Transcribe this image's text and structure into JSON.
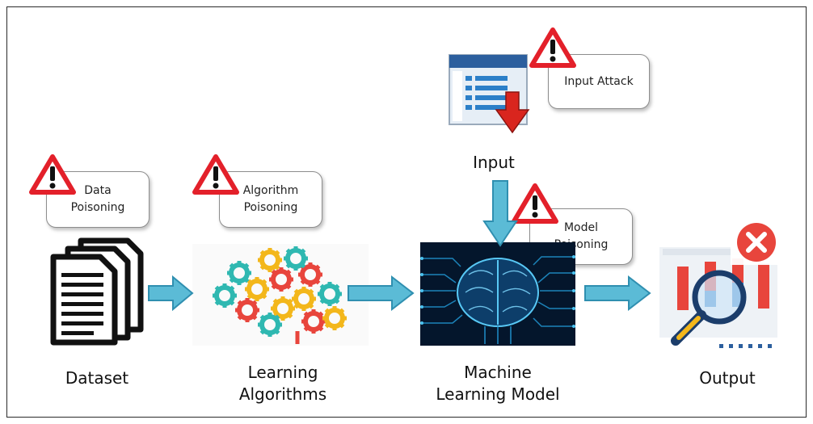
{
  "threats": {
    "data_poisoning": [
      "Data",
      "Poisoning"
    ],
    "algorithm_poisoning": [
      "Algorithm",
      "Poisoning"
    ],
    "input_attack": "Input Attack",
    "model_poisoning": [
      "Model",
      "Poisoning"
    ]
  },
  "stages": {
    "dataset": "Dataset",
    "learning_algorithms": [
      "Learning",
      "Algorithms"
    ],
    "input": "Input",
    "ml_model": [
      "Machine",
      "Learning Model"
    ],
    "output": "Output"
  },
  "icons": {
    "warning": "warning-triangle-icon",
    "dataset": "documents-stack-icon",
    "algorithms": "gears-brain-icon",
    "input": "form-download-icon",
    "model": "digital-brain-icon",
    "output": "chart-magnifier-error-icon"
  },
  "colors": {
    "arrow_fill": "#5bbbd6",
    "arrow_stroke": "#2f8fb0",
    "warning_red": "#e3202a",
    "error_red": "#e8453c",
    "frame": "#2a2a2a"
  }
}
